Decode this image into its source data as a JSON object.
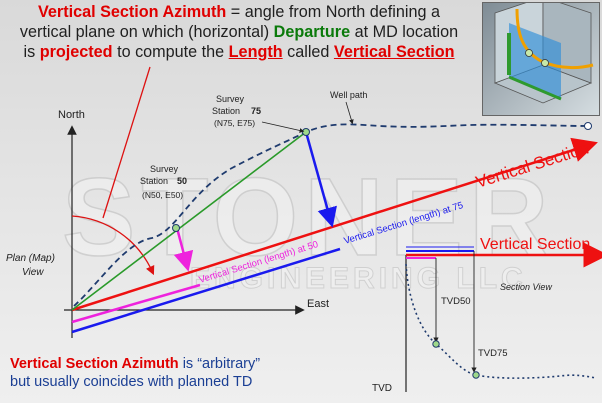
{
  "headline": {
    "line1_emph": "Vertical Section Azimuth",
    "line1_rest": " = angle from North defining a",
    "line2_pre": "vertical plane on which (horizontal) ",
    "line2_emph": "Departure",
    "line2_post": " at MD location",
    "line3_pre": "is ",
    "line3_emph1": "projected",
    "line3_mid": " to compute the ",
    "line3_emph2": "Length",
    "line3_mid2": " called ",
    "line3_emph3": "Vertical Section"
  },
  "plan": {
    "north_label": "North",
    "east_label": "East",
    "view_label_line1": "Plan (Map)",
    "view_label_line2": "View",
    "survey_label": "Survey",
    "station_label": "Station",
    "station_75_num": "75",
    "station_75_coord": "(N75, E75)",
    "station_50_num": "50",
    "station_50_coord": "(N50, E50)",
    "well_path_label": "Well path",
    "vs_label": "Vertical Section",
    "vs_length_50": "Vertical Section (length) at 50",
    "vs_length_75": "Vertical Section (length) at 75"
  },
  "section": {
    "vs_label": "Vertical Section",
    "view_label": "Section View",
    "tvd50": "TVD50",
    "tvd75": "TVD75",
    "tvd_axis": "TVD"
  },
  "caption": {
    "emph": "Vertical Section Azimuth",
    "rest1": " is “arbitrary”",
    "line2": "but usually coincides with planned TD"
  },
  "watermark": "STONER ENGINEERING LLC",
  "colors": {
    "vs_line": "#ee1111",
    "green_line": "#2a9a2a",
    "blue_line": "#1a1aee",
    "magenta_line": "#ee22dd",
    "well_path": "#1f3b6e"
  }
}
